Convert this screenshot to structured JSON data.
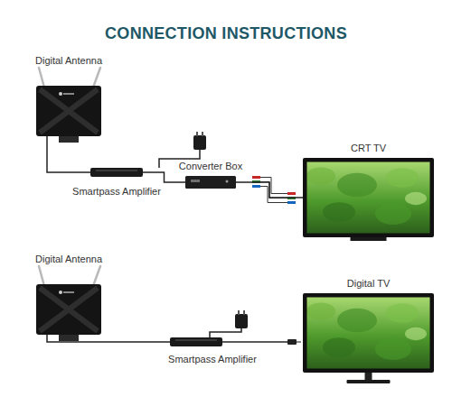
{
  "diagram": {
    "title": "CONNECTION INSTRUCTIONS",
    "nodes": [
      {
        "text": [
          "Digital Antenna"
        ]
      },
      {
        "text": [
          "Smartpass Amplifier"
        ]
      },
      {
        "text": [
          "Converter Box"
        ]
      },
      {
        "text": [
          "CRT TV"
        ]
      },
      {
        "text": [
          "Digital Antenna"
        ]
      },
      {
        "text": [
          "Smartpass Amplifier"
        ]
      },
      {
        "text": [
          "Digital TV"
        ]
      }
    ],
    "edges": [
      {
        "from": 0,
        "to": 1,
        "arrow": "none"
      },
      {
        "from": 1,
        "to": 2,
        "arrow": "none"
      },
      {
        "from": 2,
        "to": 3,
        "arrow": "none"
      },
      {
        "from": 4,
        "to": 5,
        "arrow": "none"
      }
    ]
  }
}
